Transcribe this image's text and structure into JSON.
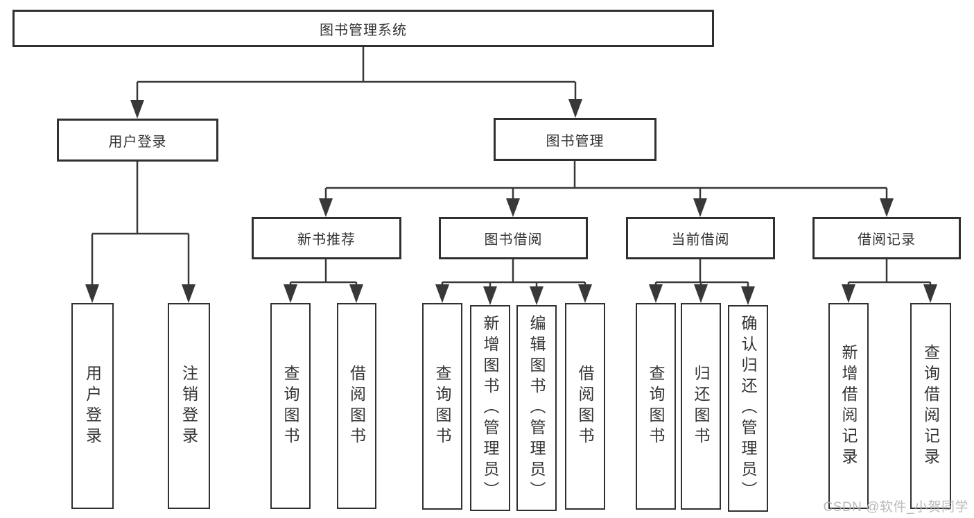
{
  "diagram_title": "图书管理系统",
  "colors": {
    "line": "#383838",
    "box_border": "#303030",
    "text": "#333333",
    "watermark": "#b3b3b3",
    "background": "#ffffff"
  },
  "root": {
    "label": "图书管理系统"
  },
  "level2": [
    {
      "label": "用户登录"
    },
    {
      "label": "图书管理"
    }
  ],
  "level3": [
    {
      "label": "新书推荐"
    },
    {
      "label": "图书借阅"
    },
    {
      "label": "当前借阅"
    },
    {
      "label": "借阅记录"
    }
  ],
  "leaves": {
    "user_login": [
      {
        "label": "用户登录"
      },
      {
        "label": "注销登录"
      }
    ],
    "new_book": [
      {
        "label": "查询图书"
      },
      {
        "label": "借阅图书"
      }
    ],
    "borrow": [
      {
        "label": "查询图书"
      },
      {
        "label": "新增图书（管理员）"
      },
      {
        "label": "编辑图书（管理员）"
      },
      {
        "label": "借阅图书"
      }
    ],
    "current": [
      {
        "label": "查询图书"
      },
      {
        "label": "归还图书"
      },
      {
        "label": "确认归还（管理员）"
      }
    ],
    "records": [
      {
        "label": "新增借阅记录"
      },
      {
        "label": "查询借阅记录"
      }
    ]
  },
  "watermark": {
    "text": "CSDN @软件_小贺同学"
  }
}
